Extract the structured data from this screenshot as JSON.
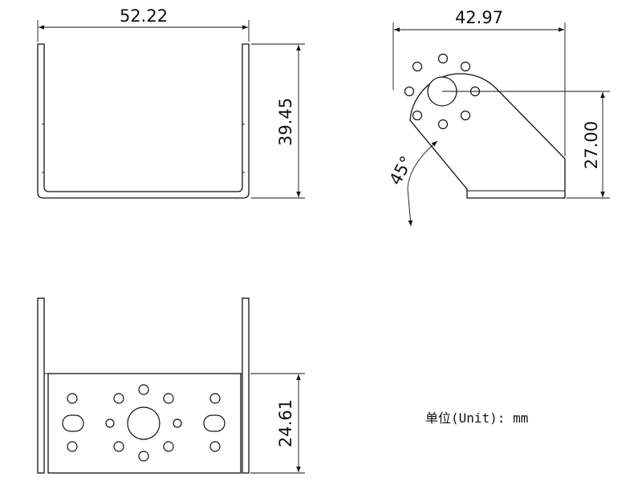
{
  "dimensions": {
    "front_width": "52.22",
    "front_height": "39.45",
    "side_width": "42.97",
    "side_height": "27.00",
    "side_angle": "45°",
    "bottom_height": "24.61"
  },
  "unit_note": "单位(Unit): mm"
}
